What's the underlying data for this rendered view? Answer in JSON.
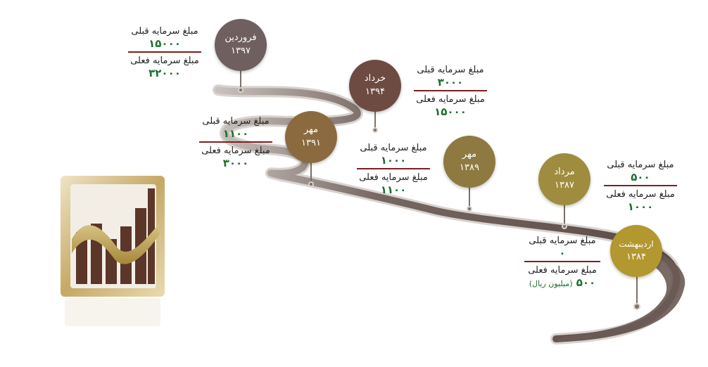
{
  "milestones": [
    {
      "month": "فروردین",
      "year": "۱۳۹۷",
      "before": "۱۵۰۰۰",
      "after": "۳۲۰۰۰",
      "color": "#6f5f5e"
    },
    {
      "month": "خرداد",
      "year": "۱۳۹۴",
      "before": "۳۰۰۰",
      "after": "۱۵۰۰۰",
      "color": "#6e4b42"
    },
    {
      "month": "مهر",
      "year": "۱۳۹۱",
      "before": "۱۱۰۰",
      "after": "۳۰۰۰",
      "color": "#8b6a3f"
    },
    {
      "month": "مهر",
      "year": "۱۳۸۹",
      "before": "۱۰۰۰",
      "after": "۱۱۰۰",
      "color": "#8e7a40"
    },
    {
      "month": "مرداد",
      "year": "۱۳۸۷",
      "before": "۵۰۰",
      "after": "۱۰۰۰",
      "color": "#a08c3e"
    },
    {
      "month": "اردیبهشت",
      "year": "۱۳۸۴",
      "before": "۰",
      "after": "۵۰۰",
      "color": "#b3972f"
    }
  ],
  "labels": {
    "before": "مبلغ سرمایه قبلی",
    "after": "مبلغ سرمایه فعلی",
    "unit": "(میلیون ریال)"
  },
  "colors": {
    "road": "#6b5b56",
    "road_edge": "#d9d3cf",
    "value": "#1d6e2d",
    "separator": "#7d1f23"
  }
}
